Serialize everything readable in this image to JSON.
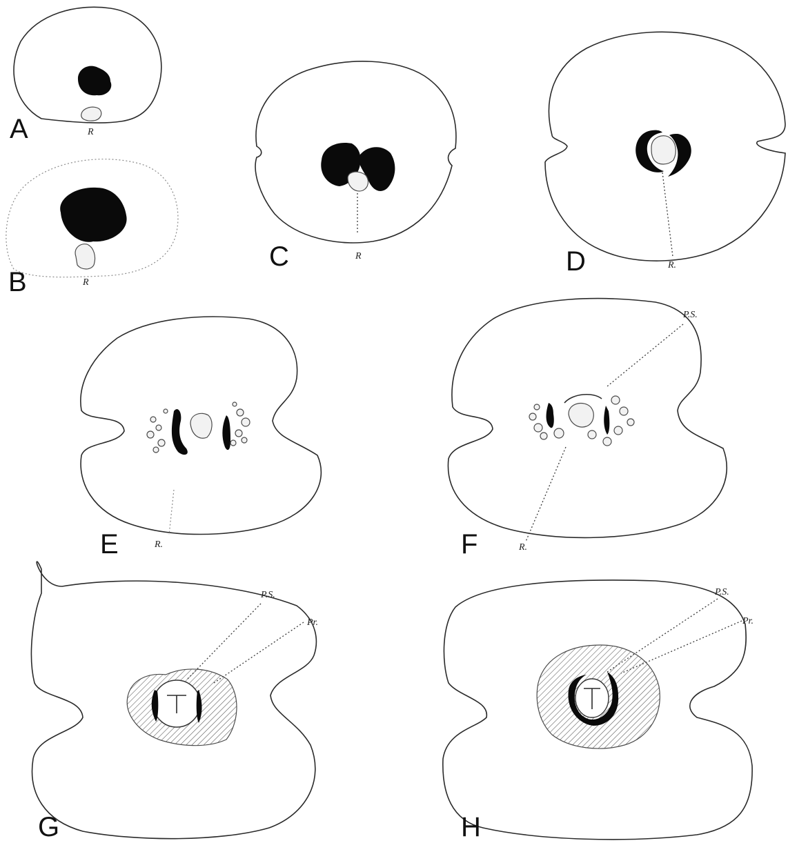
{
  "figures": [
    {
      "letter": "A",
      "labels": [
        "R"
      ]
    },
    {
      "letter": "B",
      "labels": [
        "R"
      ]
    },
    {
      "letter": "C",
      "labels": [
        "R"
      ]
    },
    {
      "letter": "D",
      "labels": [
        "R."
      ]
    },
    {
      "letter": "E",
      "labels": [
        "R."
      ]
    },
    {
      "letter": "F",
      "labels": [
        "P.S.",
        "R."
      ]
    },
    {
      "letter": "G",
      "labels": [
        "P.S.",
        "Pr."
      ]
    },
    {
      "letter": "H",
      "labels": [
        "P.S.",
        "Pr."
      ]
    }
  ]
}
